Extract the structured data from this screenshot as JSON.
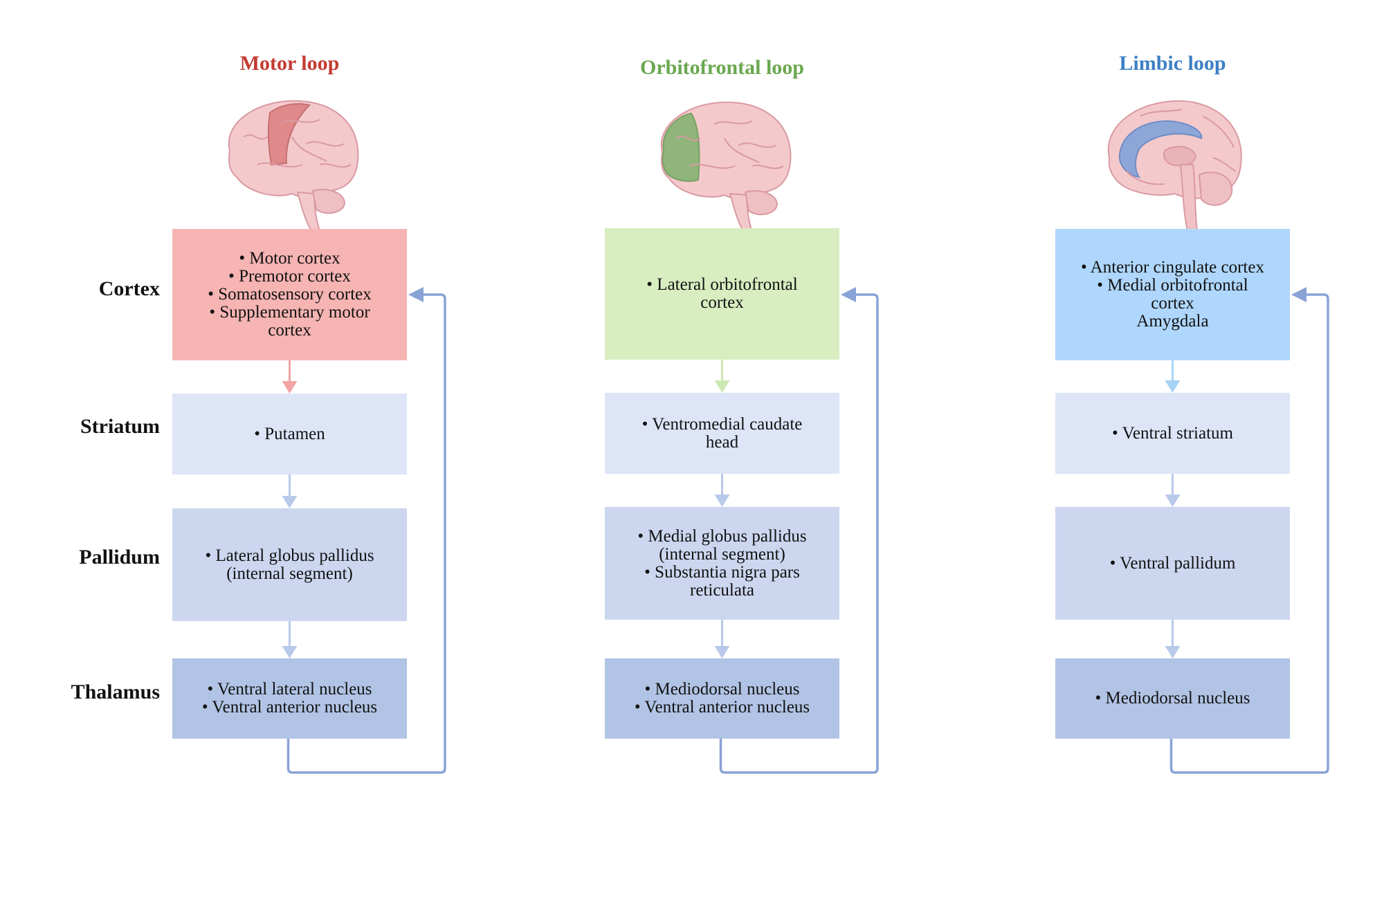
{
  "row_labels": [
    "Cortex",
    "Striatum",
    "Pallidum",
    "Thalamus"
  ],
  "colors": {
    "striatum": "#dde5f7",
    "pallidum": "#ccd6ef",
    "thalamus": "#b1c4e5",
    "feedback_arrow": "#8aa3d6",
    "down_arrow": "#b9c9ea",
    "brain_base": "#f4c9cc",
    "brain_line": "#d99aa2"
  },
  "loops": [
    {
      "title": "Motor loop",
      "title_color": "#c23b32",
      "cortex_color": "#f6b4b3",
      "cortex_arrow_color": "#f2a5a5",
      "brain_icon": "brain-lateral-motor-icon",
      "brain_highlight": "#e0898a",
      "cortex": [
        "• Motor cortex",
        "• Premotor cortex",
        "• Somatosensory cortex",
        "• Supplementary motor",
        "cortex"
      ],
      "striatum": [
        "• Putamen"
      ],
      "pallidum": [
        "• Lateral globus pallidus",
        "(internal segment)"
      ],
      "thalamus": [
        "• Ventral lateral nucleus",
        "• Ventral anterior nucleus"
      ]
    },
    {
      "title": "Orbitofrontal loop",
      "title_color": "#6aa84f",
      "cortex_color": "#d8edc0",
      "cortex_arrow_color": "#cbe8b2",
      "brain_icon": "brain-lateral-orbitofrontal-icon",
      "brain_highlight": "#8fb57a",
      "cortex": [
        "• Lateral orbitofrontal",
        "cortex"
      ],
      "striatum": [
        "• Ventromedial caudate",
        "head"
      ],
      "pallidum": [
        "• Medial globus pallidus",
        "(internal segment)",
        "• Substantia nigra pars",
        "reticulata"
      ],
      "thalamus": [
        "• Mediodorsal nucleus",
        "• Ventral anterior nucleus"
      ]
    },
    {
      "title": "Limbic loop",
      "title_color": "#3d7fc4",
      "cortex_color": "#afd7fd",
      "cortex_arrow_color": "#a6d4f7",
      "brain_icon": "brain-sagittal-limbic-icon",
      "brain_highlight": "#8ca6d8",
      "cortex": [
        "• Anterior cingulate cortex",
        "• Medial orbitofrontal",
        "cortex",
        "Amygdala"
      ],
      "striatum": [
        "• Ventral striatum"
      ],
      "pallidum": [
        "• Ventral pallidum"
      ],
      "thalamus": [
        "• Mediodorsal nucleus"
      ]
    }
  ]
}
